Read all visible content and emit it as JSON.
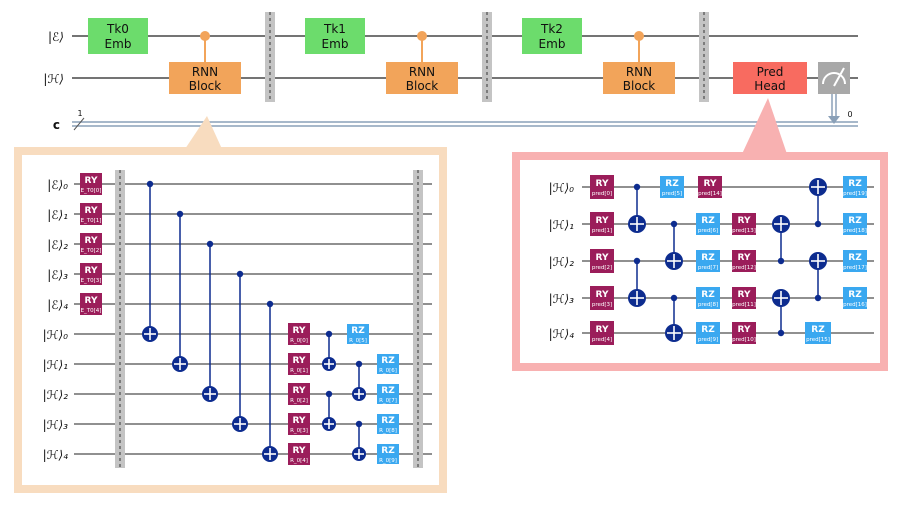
{
  "top_circuit": {
    "wires": [
      {
        "key": "E",
        "label": "|ℰ⟩"
      },
      {
        "key": "H",
        "label": "|ℋ⟩"
      }
    ],
    "classical": {
      "label": "c",
      "width_label": "1",
      "measure_label": "0"
    },
    "tokens": [
      {
        "label_top": "Tk0",
        "label_bottom": "Emb"
      },
      {
        "label_top": "Tk1",
        "label_bottom": "Emb"
      },
      {
        "label_top": "Tk2",
        "label_bottom": "Emb"
      }
    ],
    "rnn_block": {
      "label_top": "RNN",
      "label_bottom": "Block"
    },
    "pred_head": {
      "label_top": "Pred",
      "label_bottom": "Head"
    },
    "colors": {
      "token": "#6cdc6c",
      "rnn": "#f2a45a",
      "pred": "#f86b60",
      "barrier": "#bdbdbd",
      "meter": "#a8a8a8",
      "classical": "#8aa0b8"
    }
  },
  "rnn_panel": {
    "border_color": "#f8dcbf",
    "e_wires": [
      "|ℰ⟩₀",
      "|ℰ⟩₁",
      "|ℰ⟩₂",
      "|ℰ⟩₃",
      "|ℰ⟩₄"
    ],
    "h_wires": [
      "|ℋ⟩₀",
      "|ℋ⟩₁",
      "|ℋ⟩₂",
      "|ℋ⟩₃",
      "|ℋ⟩₄"
    ],
    "e_gates": [
      {
        "name": "RY",
        "param": "E_T0[0]"
      },
      {
        "name": "RY",
        "param": "E_T0[1]"
      },
      {
        "name": "RY",
        "param": "E_T0[2]"
      },
      {
        "name": "RY",
        "param": "E_T0[3]"
      },
      {
        "name": "RY",
        "param": "E_T0[4]"
      }
    ],
    "h_ry_gates": [
      {
        "name": "RY",
        "param": "R_0[0]"
      },
      {
        "name": "RY",
        "param": "R_0[1]"
      },
      {
        "name": "RY",
        "param": "R_0[2]"
      },
      {
        "name": "RY",
        "param": "R_0[3]"
      },
      {
        "name": "RY",
        "param": "R_0[4]"
      }
    ],
    "h_rz_gates": [
      {
        "name": "RZ",
        "param": "R_0[5]"
      },
      {
        "name": "RZ",
        "param": "R_0[6]"
      },
      {
        "name": "RZ",
        "param": "R_0[7]"
      },
      {
        "name": "RZ",
        "param": "R_0[8]"
      },
      {
        "name": "RZ",
        "param": "R_0[9]"
      }
    ]
  },
  "pred_panel": {
    "border_color": "#f8b1b1",
    "wires": [
      "|ℋ⟩₀",
      "|ℋ⟩₁",
      "|ℋ⟩₂",
      "|ℋ⟩₃",
      "|ℋ⟩₄"
    ],
    "ry_gates": [
      {
        "name": "RY",
        "param": "pred[0]"
      },
      {
        "name": "RY",
        "param": "pred[1]"
      },
      {
        "name": "RY",
        "param": "pred[2]"
      },
      {
        "name": "RY",
        "param": "pred[3]"
      },
      {
        "name": "RY",
        "param": "pred[4]"
      }
    ],
    "rz_top": {
      "name": "RZ",
      "param": "pred[5]"
    },
    "ry_top": {
      "name": "RY",
      "param": "pred[14]"
    },
    "rz_col": [
      {
        "name": "RZ",
        "param": "pred[6]"
      },
      {
        "name": "RZ",
        "param": "pred[7]"
      },
      {
        "name": "RZ",
        "param": "pred[8]"
      },
      {
        "name": "RZ",
        "param": "pred[9]"
      }
    ],
    "ry_col": [
      {
        "name": "RY",
        "param": "pred[13]"
      },
      {
        "name": "RY",
        "param": "pred[12]"
      },
      {
        "name": "RY",
        "param": "pred[11]"
      },
      {
        "name": "RY",
        "param": "pred[10]"
      }
    ],
    "rz_bottom": {
      "name": "RZ",
      "param": "pred[15]"
    },
    "rz_right": [
      {
        "name": "RZ",
        "param": "pred[19]"
      },
      {
        "name": "RZ",
        "param": "pred[18]"
      },
      {
        "name": "RZ",
        "param": "pred[17]"
      },
      {
        "name": "RZ",
        "param": "pred[16]"
      }
    ]
  },
  "gate_colors": {
    "ry": "#9b1d5a",
    "rz": "#3aa8f0",
    "cnot": "#0d2c8f"
  }
}
